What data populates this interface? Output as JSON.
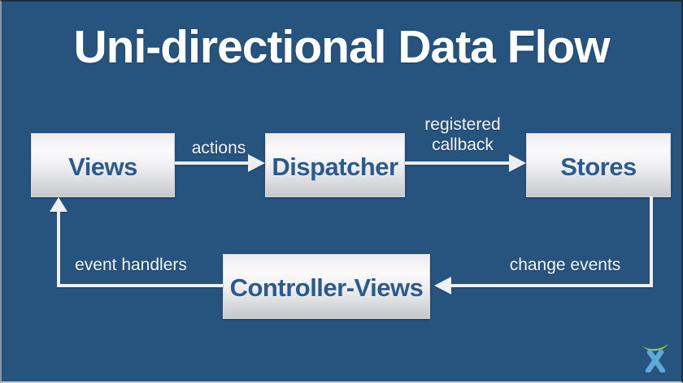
{
  "slide": {
    "title": "Uni-directional Data Flow"
  },
  "diagram": {
    "nodes": [
      {
        "id": "views",
        "label": "Views"
      },
      {
        "id": "dispatcher",
        "label": "Dispatcher"
      },
      {
        "id": "stores",
        "label": "Stores"
      },
      {
        "id": "controller-views",
        "label": "Controller-Views"
      }
    ],
    "edges": [
      {
        "from": "views",
        "to": "dispatcher",
        "label": "actions"
      },
      {
        "from": "dispatcher",
        "to": "stores",
        "label": "registered callback"
      },
      {
        "from": "stores",
        "to": "controller-views",
        "label": "change events"
      },
      {
        "from": "controller-views",
        "to": "views",
        "label": "event handlers"
      }
    ]
  },
  "colors": {
    "background": "#26547F",
    "node_fill_top": "#FBFBFC",
    "node_fill_bottom": "#C6C8CB",
    "node_text": "#2B5A8F",
    "arrow": "#EEEFF0",
    "label_text": "#F3F5F7",
    "logo_green": "#9BC93E",
    "logo_blue": "#5FA8DC"
  },
  "branding": {
    "logo": "atlassian-logo"
  }
}
